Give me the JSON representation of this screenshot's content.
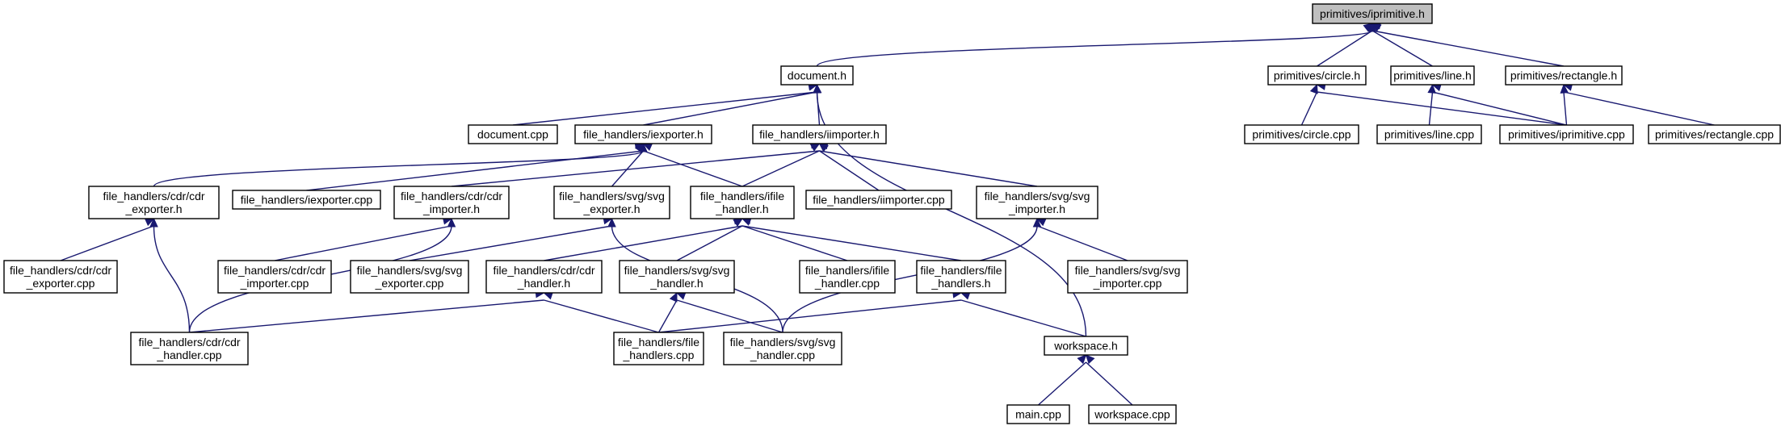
{
  "graph": {
    "edge_color": "#191970",
    "nodes": {
      "iprimitive_h": {
        "lines": [
          "primitives/iprimitive.h"
        ],
        "highlight": true
      },
      "document_h": {
        "lines": [
          "document.h"
        ]
      },
      "circle_h": {
        "lines": [
          "primitives/circle.h"
        ]
      },
      "line_h": {
        "lines": [
          "primitives/line.h"
        ]
      },
      "rectangle_h": {
        "lines": [
          "primitives/rectangle.h"
        ]
      },
      "document_cpp": {
        "lines": [
          "document.cpp"
        ]
      },
      "iexporter_h": {
        "lines": [
          "file_handlers/iexporter.h"
        ]
      },
      "iimporter_h": {
        "lines": [
          "file_handlers/iimporter.h"
        ]
      },
      "circle_cpp": {
        "lines": [
          "primitives/circle.cpp"
        ]
      },
      "line_cpp": {
        "lines": [
          "primitives/line.cpp"
        ]
      },
      "iprimitive_cpp": {
        "lines": [
          "primitives/iprimitive.cpp"
        ]
      },
      "rectangle_cpp": {
        "lines": [
          "primitives/rectangle.cpp"
        ]
      },
      "cdr_exporter_h": {
        "lines": [
          "file_handlers/cdr/cdr",
          "_exporter.h"
        ]
      },
      "iexporter_cpp": {
        "lines": [
          "file_handlers/iexporter.cpp"
        ]
      },
      "cdr_importer_h": {
        "lines": [
          "file_handlers/cdr/cdr",
          "_importer.h"
        ]
      },
      "svg_exporter_h": {
        "lines": [
          "file_handlers/svg/svg",
          "_exporter.h"
        ]
      },
      "ifile_handler_h": {
        "lines": [
          "file_handlers/ifile",
          "_handler.h"
        ]
      },
      "iimporter_cpp": {
        "lines": [
          "file_handlers/iimporter.cpp"
        ]
      },
      "svg_importer_h": {
        "lines": [
          "file_handlers/svg/svg",
          "_importer.h"
        ]
      },
      "cdr_exporter_cpp": {
        "lines": [
          "file_handlers/cdr/cdr",
          "_exporter.cpp"
        ]
      },
      "cdr_importer_cpp": {
        "lines": [
          "file_handlers/cdr/cdr",
          "_importer.cpp"
        ]
      },
      "svg_exporter_cpp": {
        "lines": [
          "file_handlers/svg/svg",
          "_exporter.cpp"
        ]
      },
      "cdr_handler_h": {
        "lines": [
          "file_handlers/cdr/cdr",
          "_handler.h"
        ]
      },
      "svg_handler_h": {
        "lines": [
          "file_handlers/svg/svg",
          "_handler.h"
        ]
      },
      "ifile_handler_cpp": {
        "lines": [
          "file_handlers/ifile",
          "_handler.cpp"
        ]
      },
      "file_handlers_h": {
        "lines": [
          "file_handlers/file",
          "_handlers.h"
        ]
      },
      "svg_importer_cpp": {
        "lines": [
          "file_handlers/svg/svg",
          "_importer.cpp"
        ]
      },
      "cdr_handler_cpp": {
        "lines": [
          "file_handlers/cdr/cdr",
          "_handler.cpp"
        ]
      },
      "file_handlers_cpp": {
        "lines": [
          "file_handlers/file",
          "_handlers.cpp"
        ]
      },
      "svg_handler_cpp": {
        "lines": [
          "file_handlers/svg/svg",
          "_handler.cpp"
        ]
      },
      "workspace_h": {
        "lines": [
          "workspace.h"
        ]
      },
      "main_cpp": {
        "lines": [
          "main.cpp"
        ]
      },
      "workspace_cpp": {
        "lines": [
          "workspace.cpp"
        ]
      }
    },
    "edges": [
      [
        "iprimitive_h",
        "document_h"
      ],
      [
        "iprimitive_h",
        "circle_h"
      ],
      [
        "iprimitive_h",
        "line_h"
      ],
      [
        "iprimitive_h",
        "rectangle_h"
      ],
      [
        "document_h",
        "document_cpp"
      ],
      [
        "document_h",
        "iexporter_h"
      ],
      [
        "document_h",
        "iimporter_h"
      ],
      [
        "document_h",
        "workspace_h"
      ],
      [
        "circle_h",
        "circle_cpp"
      ],
      [
        "circle_h",
        "iprimitive_cpp"
      ],
      [
        "line_h",
        "line_cpp"
      ],
      [
        "line_h",
        "iprimitive_cpp"
      ],
      [
        "rectangle_h",
        "iprimitive_cpp"
      ],
      [
        "rectangle_h",
        "rectangle_cpp"
      ],
      [
        "iexporter_h",
        "cdr_exporter_h"
      ],
      [
        "iexporter_h",
        "iexporter_cpp"
      ],
      [
        "iexporter_h",
        "svg_exporter_h"
      ],
      [
        "iexporter_h",
        "ifile_handler_h"
      ],
      [
        "iimporter_h",
        "cdr_importer_h"
      ],
      [
        "iimporter_h",
        "ifile_handler_h"
      ],
      [
        "iimporter_h",
        "iimporter_cpp"
      ],
      [
        "iimporter_h",
        "svg_importer_h"
      ],
      [
        "cdr_exporter_h",
        "cdr_exporter_cpp"
      ],
      [
        "cdr_exporter_h",
        "cdr_handler_cpp"
      ],
      [
        "cdr_importer_h",
        "cdr_importer_cpp"
      ],
      [
        "cdr_importer_h",
        "cdr_handler_cpp"
      ],
      [
        "svg_exporter_h",
        "svg_exporter_cpp"
      ],
      [
        "svg_exporter_h",
        "svg_handler_cpp"
      ],
      [
        "ifile_handler_h",
        "cdr_handler_h"
      ],
      [
        "ifile_handler_h",
        "svg_handler_h"
      ],
      [
        "ifile_handler_h",
        "ifile_handler_cpp"
      ],
      [
        "ifile_handler_h",
        "file_handlers_h"
      ],
      [
        "svg_importer_h",
        "svg_importer_cpp"
      ],
      [
        "svg_importer_h",
        "svg_handler_cpp"
      ],
      [
        "cdr_handler_h",
        "cdr_handler_cpp"
      ],
      [
        "cdr_handler_h",
        "file_handlers_cpp"
      ],
      [
        "svg_handler_h",
        "file_handlers_cpp"
      ],
      [
        "svg_handler_h",
        "svg_handler_cpp"
      ],
      [
        "file_handlers_h",
        "file_handlers_cpp"
      ],
      [
        "file_handlers_h",
        "workspace_h"
      ],
      [
        "workspace_h",
        "main_cpp"
      ],
      [
        "workspace_h",
        "workspace_cpp"
      ]
    ]
  }
}
